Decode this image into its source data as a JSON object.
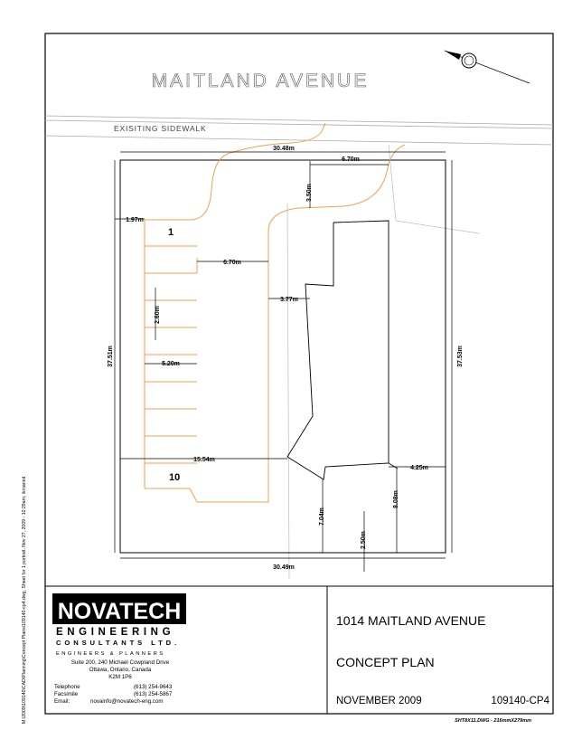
{
  "plan": {
    "street_name": "MAITLAND AVENUE",
    "sidewalk_label": "EXISITING SIDEWALK",
    "parking_first_number": "1",
    "parking_last_number": "10"
  },
  "dimensions": {
    "frontage_top": "30.48m",
    "frontage_bottom": "30.49m",
    "left_depth": "37.51m",
    "right_depth": "37.53m",
    "entrance_width": "6.70m",
    "entrance_setback": "3.50m",
    "side_setback": "1.97m",
    "aisle_width": "6.70m",
    "stall_width": "2.60m",
    "stall_length": "5.20m",
    "building_offset": "3.77m",
    "rear_offset": "15.54m",
    "east_offset": "4.25m",
    "rear_yard_a": "7.04m",
    "rear_yard_b": "8.08m",
    "rear_yard_c": "2.50m"
  },
  "titleblock": {
    "company_logo": "NOVATECH",
    "company_line2": "ENGINEERING",
    "company_line3": "CONSULTANTS LTD.",
    "tagline": "ENGINEERS & PLANNERS",
    "address1": "Suite 200, 240 Michael Cowpland Drive",
    "address2": "Ottawa, Ontario, Canada",
    "address3": "K2M 1P6",
    "tel_label": "Telephone",
    "tel_value": "(613) 254-9643",
    "fax_label": "Facsimile",
    "fax_value": "(613) 254-5867",
    "email_label": "Email:",
    "email_value": "novainfo@novatech-eng.com",
    "project_title": "1014 MAITLAND AVENUE",
    "drawing_title": "CONCEPT PLAN",
    "date": "NOVEMBER 2009",
    "drawing_number": "109140-CP4"
  },
  "file_path": "M:\\2009\\109140\\CAD\\Planning\\Concept Plans\\109140-cp4.dwg, Sheet for 1 portrait, Nov 27, 2009 - 10:29am, ikmarind",
  "sheet_code": "SHT8X11.DWG - 216mmX279mm",
  "colors": {
    "curb": "#f0a050",
    "line": "#000000",
    "faint": "#999999"
  }
}
